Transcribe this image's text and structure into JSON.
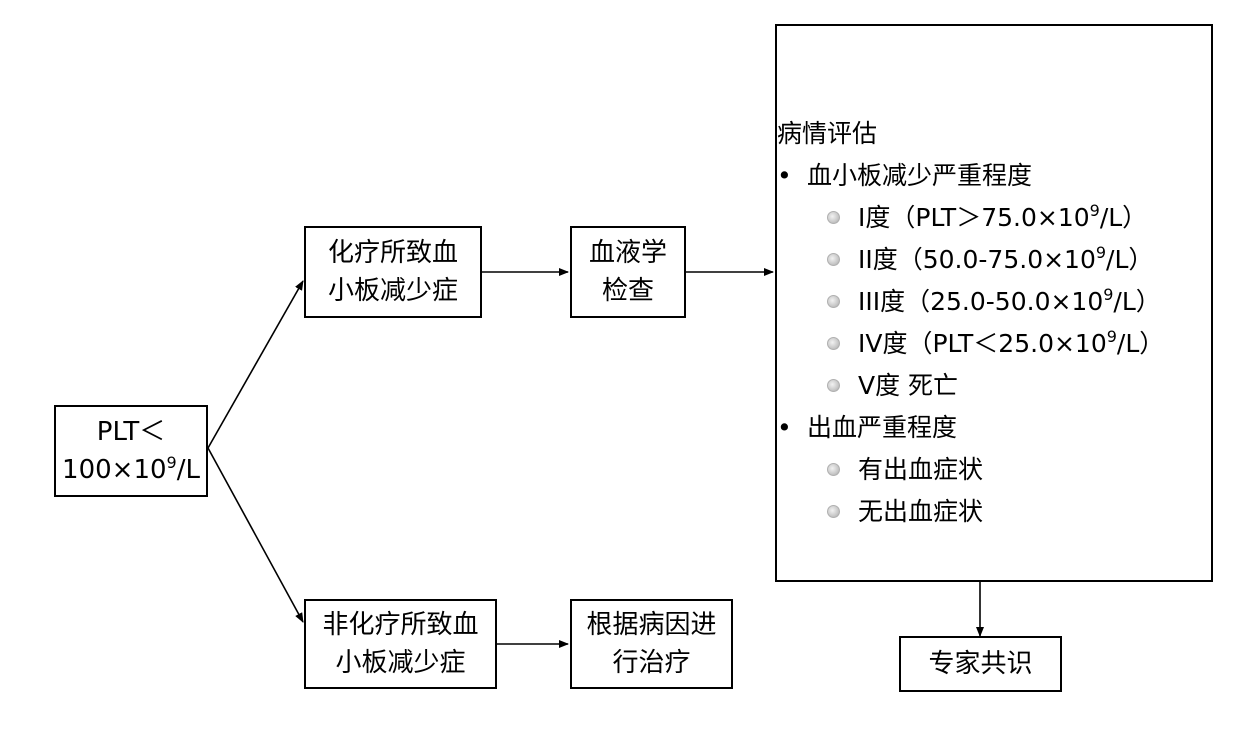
{
  "nodes": {
    "plt": {
      "line1": "PLT＜",
      "line2_pre": "100×10",
      "line2_sup": "9",
      "line2_post": "/L"
    },
    "cit": {
      "line1": "化疗所致血",
      "line2": "小板减少症"
    },
    "heme": {
      "line1": "血液学",
      "line2": "检查"
    },
    "noncit": {
      "line1": "非化疗所致血",
      "line2": "小板减少症"
    },
    "treat": {
      "line1": "根据病因进",
      "line2": "行治疗"
    },
    "consensus": {
      "label": "专家共识"
    }
  },
  "assessment": {
    "title": "病情评估",
    "bullet_char": "•",
    "sections": [
      {
        "heading": "血小板减少严重程度",
        "items": [
          {
            "pre": "I度（PLT＞75.0×10",
            "sup": "9",
            "post": "/L）"
          },
          {
            "pre": "II度（50.0-75.0×10",
            "sup": "9",
            "post": "/L）"
          },
          {
            "pre": "III度（25.0-50.0×10",
            "sup": "9",
            "post": "/L）"
          },
          {
            "pre": "IV度（PLT＜25.0×10",
            "sup": "9",
            "post": "/L）"
          },
          {
            "pre": "V度 死亡",
            "sup": "",
            "post": ""
          }
        ]
      },
      {
        "heading": "出血严重程度",
        "items": [
          {
            "pre": "有出血症状",
            "sup": "",
            "post": ""
          },
          {
            "pre": "无出血症状",
            "sup": "",
            "post": ""
          }
        ]
      }
    ]
  },
  "colors": {
    "stroke": "#000000",
    "sub_bullet": "#c8c8c8",
    "background": "#ffffff"
  }
}
